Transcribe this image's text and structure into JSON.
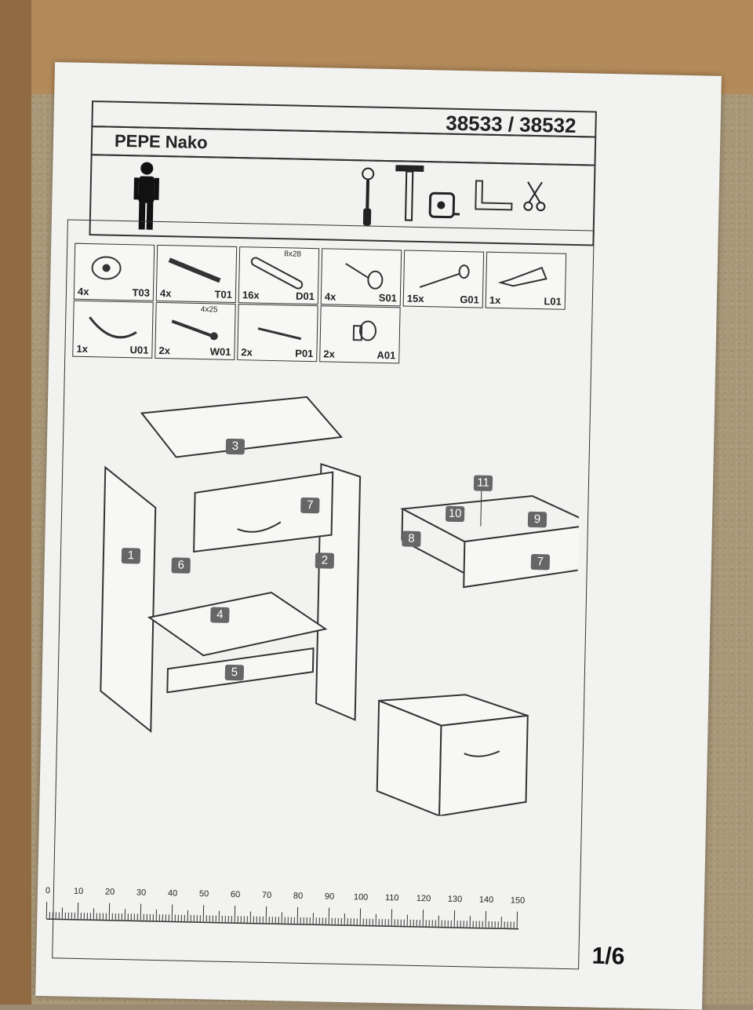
{
  "document": {
    "model_numbers": "38533 / 38532",
    "product_name": "PEPE Nako",
    "page": "1/6"
  },
  "parts": [
    {
      "qty": "4x",
      "code": "T03",
      "size": ""
    },
    {
      "qty": "4x",
      "code": "T01",
      "size": ""
    },
    {
      "qty": "16x",
      "code": "D01",
      "size": "8x28"
    },
    {
      "qty": "4x",
      "code": "S01",
      "size": ""
    },
    {
      "qty": "15x",
      "code": "G01",
      "size": ""
    },
    {
      "qty": "1x",
      "code": "L01",
      "size": ""
    },
    {
      "qty": "1x",
      "code": "U01",
      "size": ""
    },
    {
      "qty": "2x",
      "code": "W01",
      "size": "4x25"
    },
    {
      "qty": "2x",
      "code": "P01",
      "size": ""
    },
    {
      "qty": "2x",
      "code": "A01",
      "size": ""
    }
  ],
  "panel_labels": [
    "1",
    "2",
    "3",
    "4",
    "5",
    "6",
    "7",
    "8",
    "9",
    "10",
    "11",
    "7"
  ],
  "ruler": {
    "labels": [
      "0",
      "10",
      "20",
      "30",
      "40",
      "50",
      "60",
      "70",
      "80",
      "90",
      "100",
      "110",
      "120",
      "130",
      "140",
      "150"
    ]
  },
  "icons": [
    "person-icon",
    "screwdriver-icon",
    "hammer-icon",
    "tape-measure-icon",
    "square-ruler-icon",
    "scissors-icon"
  ]
}
